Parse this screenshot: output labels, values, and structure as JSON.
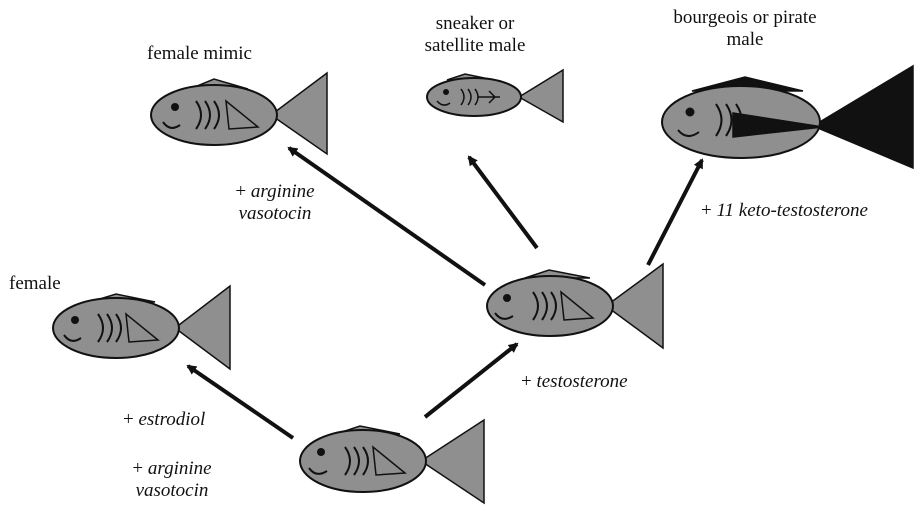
{
  "diagram": {
    "colors": {
      "body_fill": "#8f8f8f",
      "outline": "#111111",
      "dark_fill": "#111111",
      "arrow": "#111111",
      "text": "#111111"
    },
    "nodes": {
      "female_mimic": {
        "label": "female mimic"
      },
      "sneaker": {
        "label_line1": "sneaker or",
        "label_line2": "satellite male"
      },
      "bourgeois": {
        "label_line1": "bourgeois or pirate",
        "label_line2": "male"
      },
      "female": {
        "label": "female"
      }
    },
    "treatments": {
      "avt_top": {
        "prefix": "+ ",
        "line1": "arginine",
        "line2": "vasotocin"
      },
      "keto": {
        "prefix": "+ ",
        "text": "11 keto-testosterone"
      },
      "testosterone": {
        "prefix": "+ ",
        "text": "testosterone"
      },
      "estrodiol": {
        "prefix": "+ ",
        "text": "estrodiol"
      },
      "avt_bottom": {
        "prefix": "+ ",
        "line1": "arginine",
        "line2": "vasotocin"
      }
    }
  }
}
